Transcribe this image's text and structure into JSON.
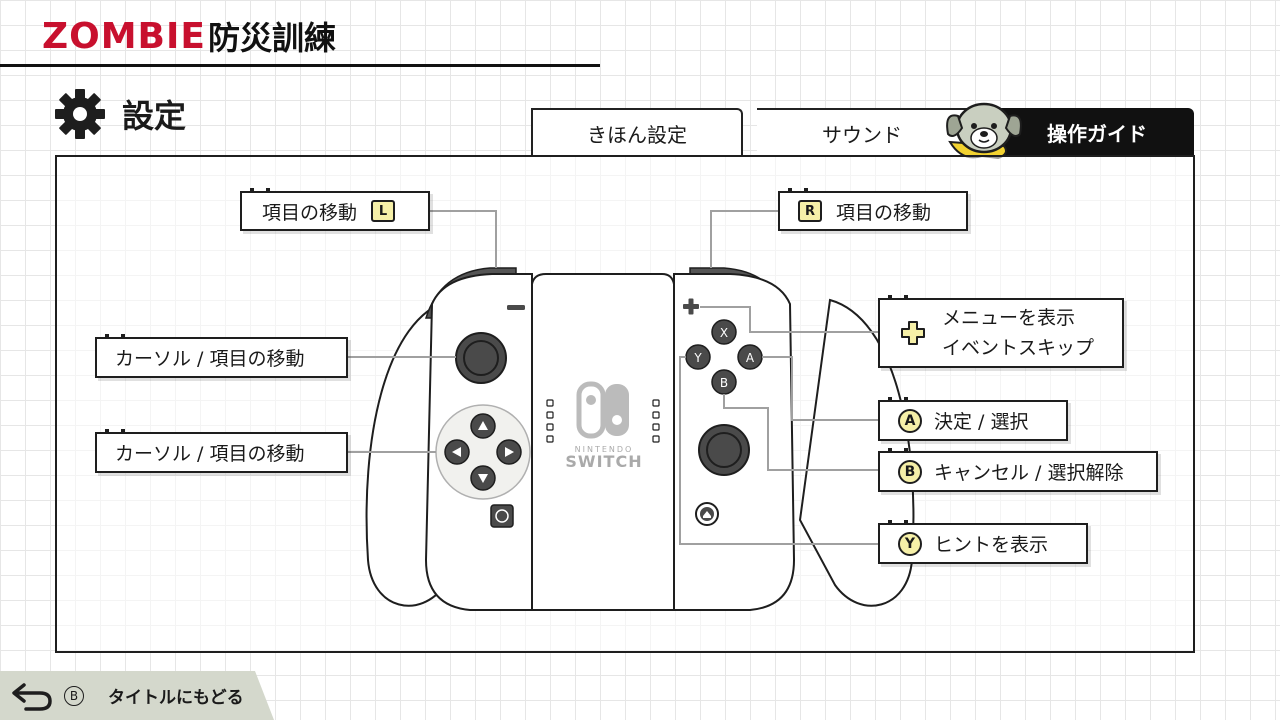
{
  "logo": {
    "red": "ZOMBIE",
    "black": "防災訓練"
  },
  "page_title": "設定",
  "tabs": [
    {
      "label": "きほん設定",
      "active": false
    },
    {
      "label": "サウンド",
      "active": false
    },
    {
      "label": "操作ガイド",
      "active": true
    }
  ],
  "controller": {
    "brand_small": "NINTENDO",
    "brand_big": "SWITCH",
    "face_buttons": {
      "x": "X",
      "y": "Y",
      "a": "A",
      "b": "B"
    }
  },
  "labels": {
    "l_move": {
      "text": "項目の移動",
      "button": "L"
    },
    "r_move": {
      "text": "項目の移動",
      "button": "R"
    },
    "stick_move": {
      "text": "カーソル / 項目の移動"
    },
    "dpad_move": {
      "text": "カーソル / 項目の移動"
    },
    "plus_menu": {
      "line1": "メニューを表示",
      "line2": "イベントスキップ"
    },
    "a_confirm": {
      "button": "A",
      "text": "決定 / 選択"
    },
    "b_cancel": {
      "button": "B",
      "text": "キャンセル / 選択解除"
    },
    "y_hint": {
      "button": "Y",
      "text": "ヒントを表示"
    }
  },
  "footer": {
    "button": "B",
    "text": "タイトルにもどる"
  },
  "colors": {
    "logo_red": "#c8102e",
    "button_yellow": "#f6f0a8",
    "dark": "#1e1e1e",
    "footer_bg": "#d4d8cc",
    "controller_button": "#4a4a4a"
  },
  "icons": {
    "settings": "gear-icon",
    "back": "return-arrow-icon",
    "plus": "plus-icon",
    "mascot": "dog-mascot-icon"
  }
}
